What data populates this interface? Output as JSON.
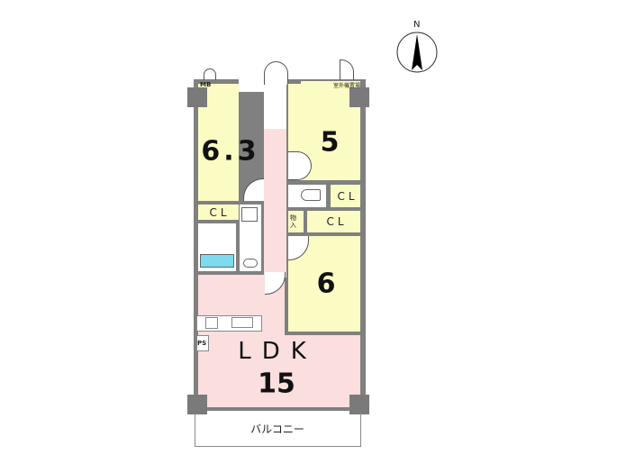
{
  "compass": {
    "label": "N"
  },
  "rooms": {
    "western_room_1": {
      "size": "6.3"
    },
    "western_room_2": {
      "size": "5"
    },
    "western_room_3": {
      "size": "6"
    },
    "ldk": {
      "name": "LDK",
      "size": "15"
    }
  },
  "labels": {
    "closet": "CL",
    "storage": "物入",
    "meter_box": "MB",
    "outdoor_unit": "室外機置場",
    "pipe_space": "PS",
    "balcony": "バルコニー"
  },
  "colors": {
    "room": "#fbfbc4",
    "ldk": "#fbdede",
    "wall": "#808080",
    "bathtub": "#7fd9ef"
  }
}
